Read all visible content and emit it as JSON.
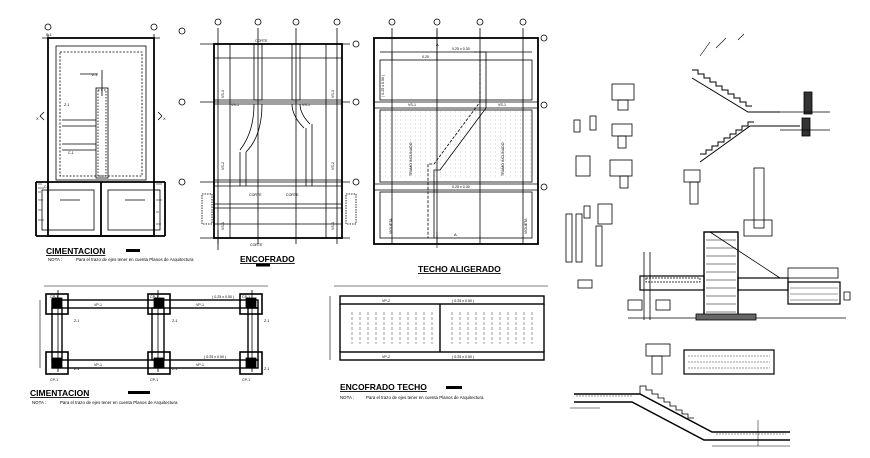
{
  "titles": {
    "cimentacion_top": "CIMENTACION",
    "encofrado": "ENCOFRADO",
    "techo_aligerado": "TECHO ALIGERADO",
    "cimentacion_bottom": "CIMENTACION",
    "encofrado_techo": "ENCOFRADO TECHO"
  },
  "notes": {
    "nota_label": "NOTA :",
    "cimentacion_top": "Para el trazo de ejes tener en cuenta Planos de Arquitectura",
    "cimentacion_bottom": "Para el trazo de ejes tener en cuenta Planos de Arquitectura",
    "encofrado_techo": "Para el trazo de ejes tener en cuenta Planos de Arquitectura"
  },
  "labels": {
    "vs1": "VS-1",
    "vs2": "VS-2",
    "vs3": "VS-3",
    "vp1": "VP-1",
    "vp2": "VP-2",
    "cp1": "CP-1",
    "z1": "Z-1",
    "c1": "C-1",
    "corte": "CORTE",
    "dim_025x050": "( 0.25 x 0.50 )",
    "dim_025x030": "0.25 x 0.30",
    "dim_020": "0.20",
    "vigueta": "VIGUETA",
    "tramo_inclinado": "TRAMO INCLINADO",
    "a": "A",
    "x": "X"
  },
  "colors": {
    "line": "#000000",
    "background": "#ffffff"
  }
}
